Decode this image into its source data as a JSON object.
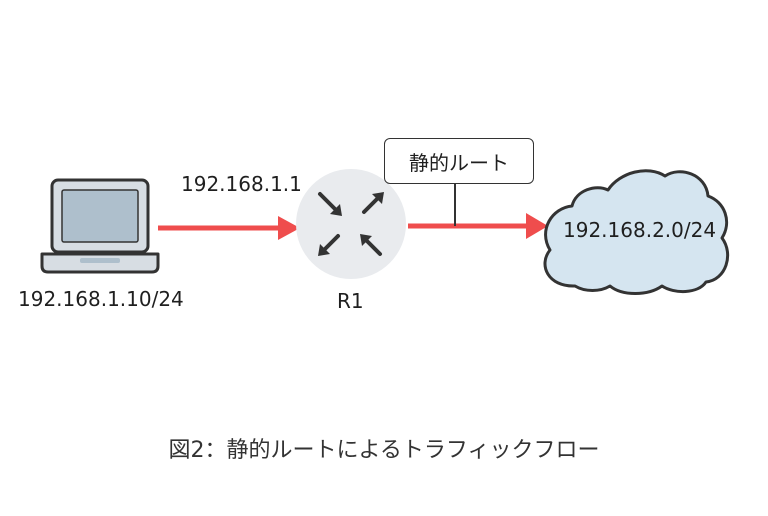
{
  "nodes": {
    "laptop_ip": "192.168.1.10/24",
    "gateway_ip": "192.168.1.1",
    "router_label": "R1",
    "cloud_network": "192.168.2.0/24"
  },
  "callout": {
    "label": "静的ルート"
  },
  "caption": "図2：静的ルートによるトラフィックフロー",
  "colors": {
    "arrow": "#ef4d4d",
    "router_fill": "#e9ebee",
    "router_arrows": "#333333",
    "cloud_fill": "#d5e5f0",
    "cloud_stroke": "#333333",
    "laptop_fill": "#d7dde3",
    "laptop_screen": "#aebfcc",
    "laptop_stroke": "#333333"
  }
}
